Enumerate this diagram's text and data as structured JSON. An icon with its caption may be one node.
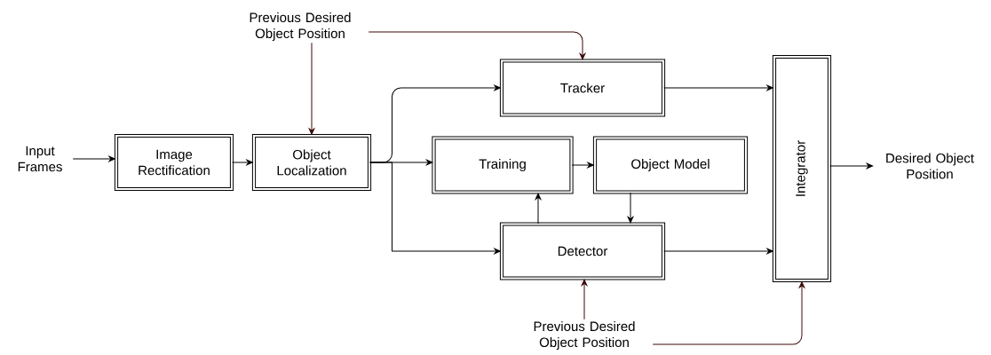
{
  "diagram": {
    "nodes": [
      {
        "text": [
          "Input Frames"
        ]
      },
      {
        "text": [
          "Previous Desired Object Position"
        ]
      },
      {
        "text": [
          "Image Rectification"
        ]
      },
      {
        "text": [
          "Object Localization"
        ]
      },
      {
        "text": [
          "Tracker"
        ]
      },
      {
        "text": [
          "Training"
        ]
      },
      {
        "text": [
          "Object Model"
        ]
      },
      {
        "text": [
          "Detector"
        ]
      },
      {
        "text": [
          "Integrator"
        ]
      },
      {
        "text": [
          "Desired Object Position"
        ]
      },
      {
        "text": [
          "Previous Desired Object Position"
        ]
      }
    ],
    "edges": [
      {
        "from": 0,
        "to": 2,
        "arrow": "to"
      },
      {
        "from": 2,
        "to": 3,
        "arrow": "to"
      },
      {
        "from": 1,
        "to": 3,
        "arrow": "to",
        "color": "#3d0a0a"
      },
      {
        "from": 1,
        "to": 4,
        "arrow": "to",
        "color": "#3d0a0a"
      },
      {
        "from": 3,
        "to": 5,
        "arrow": "to"
      },
      {
        "from": 3,
        "to": 4,
        "arrow": "to"
      },
      {
        "from": 3,
        "to": 7,
        "arrow": "to"
      },
      {
        "from": 4,
        "to": 8,
        "arrow": "to"
      },
      {
        "from": 5,
        "to": 6,
        "arrow": "to"
      },
      {
        "from": 6,
        "to": 7,
        "arrow": "to"
      },
      {
        "from": 7,
        "to": 5,
        "arrow": "to"
      },
      {
        "from": 7,
        "to": 8,
        "arrow": "to"
      },
      {
        "from": 8,
        "to": 9,
        "arrow": "to"
      },
      {
        "from": 10,
        "to": 7,
        "arrow": "to",
        "color": "#3d0a0a"
      },
      {
        "from": 10,
        "to": 8,
        "arrow": "to",
        "color": "#3d0a0a"
      }
    ]
  }
}
